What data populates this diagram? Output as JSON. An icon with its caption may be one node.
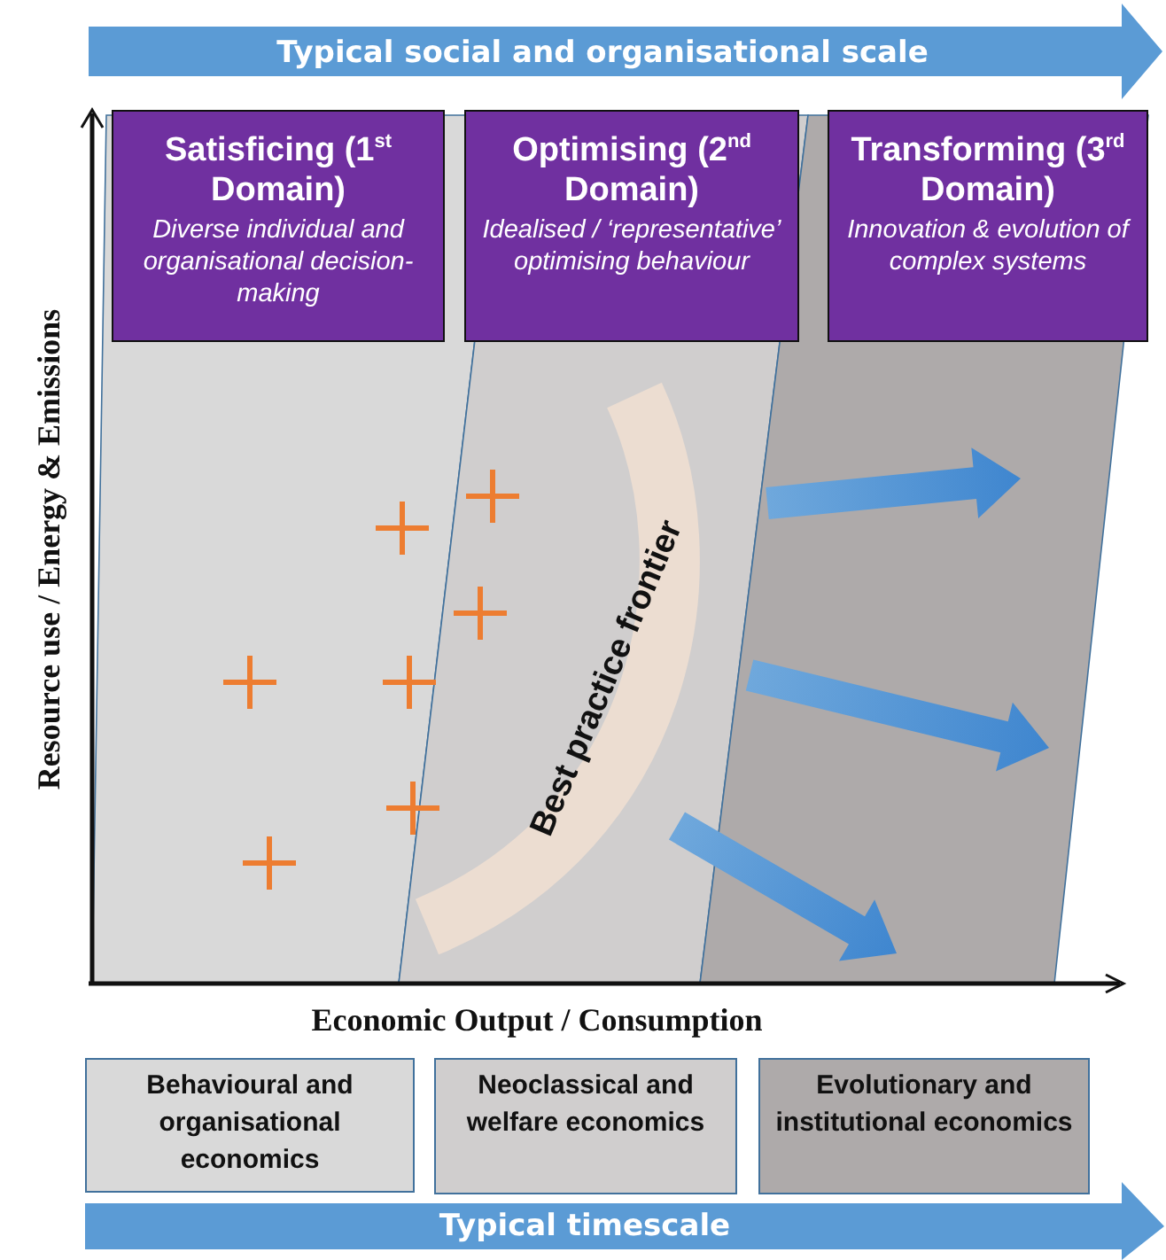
{
  "diagram": {
    "nodes": [
      {
        "text": [
          "Satisficing (1$^{st}$ Domain)",
          "Diverse individual and organisational decision-making"
        ]
      },
      {
        "text": [
          "Optimising (2$^{nd}$ Domain)",
          "Idealised / ‘representative’ optimising behaviour"
        ]
      },
      {
        "text": [
          "Transforming (3$^{rd}$ Domain)",
          "Innovation & evolution of complex systems"
        ]
      },
      {
        "text": [
          "Best practice frontier"
        ]
      },
      {
        "text": [
          "Behavioural and organisational economics"
        ]
      },
      {
        "text": [
          "Neoclassical and welfare economics"
        ]
      },
      {
        "text": [
          "Evolutionary and institutional economics"
        ]
      }
    ],
    "labels": [
      "Typical social and organisational scale",
      "Resource use / Energy & Emissions",
      "Economic Output / Consumption",
      "Typical timescale"
    ]
  }
}
